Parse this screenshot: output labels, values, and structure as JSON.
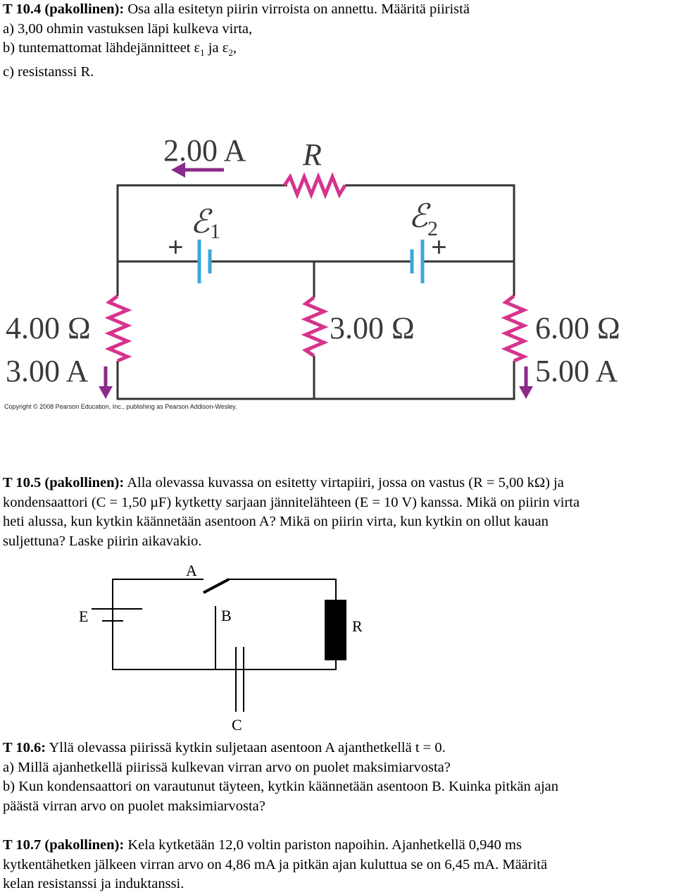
{
  "problems": [
    {
      "id_label": "T 10.4 (pakollinen):",
      "first_line": " Osa alla esitetyn piirin virroista on annettu. Määritä piiristä",
      "lines": [
        "a) 3,00 ohmin vastuksen läpi kulkeva virta,",
        "c) resistanssi R."
      ],
      "line_b_prefix": "b) tuntemattomat lähdejännitteet ε",
      "line_b_sub1": "1",
      "line_b_mid": " ja ε",
      "line_b_sub2": "2",
      "line_b_suffix": ","
    },
    {
      "id_label": "T 10.5 (pakollinen):",
      "first_line": " Alla olevassa kuvassa on esitetty virtapiiri, jossa on vastus (R = 5,00 kΩ) ja",
      "lines": [
        "kondensaattori (C = 1,50 µF) kytketty sarjaan jännitelähteen (E = 10 V) kanssa. Mikä on piirin virta",
        "heti alussa, kun kytkin käännetään asentoon A? Mikä on piirin virta, kun kytkin on ollut kauan",
        "suljettuna? Laske piirin aikavakio."
      ]
    },
    {
      "id_label": "T 10.6:",
      "first_line": " Yllä olevassa piirissä kytkin suljetaan asentoon A ajanthetkellä t = 0.",
      "lines": [
        "a) Millä ajanhetkellä piirissä kulkevan virran arvo on puolet maksimiarvosta?",
        "b) Kun kondensaattori on varautunut täyteen, kytkin käännetään asentoon B. Kuinka pitkän ajan",
        "päästä virran arvo on puolet maksimiarvosta?"
      ]
    },
    {
      "id_label": "T 10.7 (pakollinen):",
      "first_line": " Kela kytketään 12,0 voltin pariston napoihin. Ajanhetkellä 0,940 ms",
      "lines": [
        "kytkentähetken jälkeen virran arvo on 4,86 mA ja pitkän ajan kuluttua se on 6,45 mA. Määritä",
        "kelan resistanssi ja induktanssi."
      ]
    }
  ],
  "figure1": {
    "top_current": "2.00 A",
    "resistor_R": "R",
    "emf1_symbol": "ℰ",
    "emf1_sub": "1",
    "emf2_symbol": "ℰ",
    "emf2_sub": "2",
    "plus": "+",
    "left_resistance": "4.00 Ω",
    "left_current": "3.00 A",
    "middle_resistance": "3.00 Ω",
    "right_resistance": "6.00 Ω",
    "right_current": "5.00 A",
    "copyright": "Copyright © 2008 Pearson Education, Inc., publishing as Pearson Addison-Wesley.",
    "colors": {
      "resistor": "#d6338c",
      "battery": "#3aa7d9",
      "wire": "#333333",
      "label": "#3a3a3a",
      "arrow": "#8a2b8a"
    }
  },
  "figure2": {
    "label_A": "A",
    "label_B": "B",
    "label_E": "E",
    "label_R": "R",
    "label_C": "C"
  }
}
